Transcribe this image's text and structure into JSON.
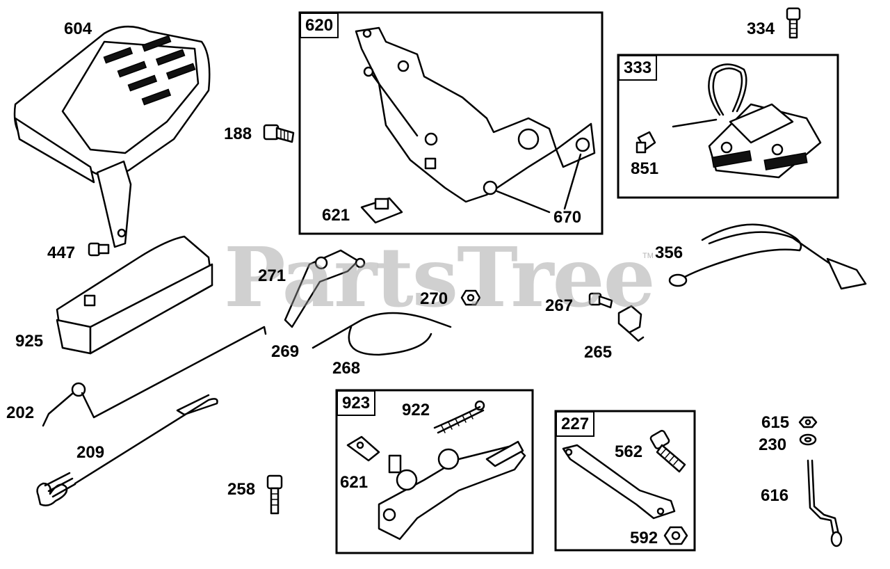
{
  "watermark": {
    "text": "PartsTree",
    "trademark": "TM"
  },
  "callouts": [
    {
      "key": "604",
      "label": "604"
    },
    {
      "key": "188",
      "label": "188"
    },
    {
      "key": "447",
      "label": "447"
    },
    {
      "key": "925",
      "label": "925"
    },
    {
      "key": "202",
      "label": "202"
    },
    {
      "key": "209",
      "label": "209"
    },
    {
      "key": "258",
      "label": "258"
    },
    {
      "key": "271",
      "label": "271"
    },
    {
      "key": "270",
      "label": "270"
    },
    {
      "key": "269",
      "label": "269"
    },
    {
      "key": "268",
      "label": "268"
    },
    {
      "key": "621a",
      "label": "621"
    },
    {
      "key": "670",
      "label": "670"
    },
    {
      "key": "334",
      "label": "334"
    },
    {
      "key": "851",
      "label": "851"
    },
    {
      "key": "356",
      "label": "356"
    },
    {
      "key": "267",
      "label": "267"
    },
    {
      "key": "265",
      "label": "265"
    },
    {
      "key": "922",
      "label": "922"
    },
    {
      "key": "621b",
      "label": "621"
    },
    {
      "key": "562",
      "label": "562"
    },
    {
      "key": "592",
      "label": "592"
    },
    {
      "key": "615",
      "label": "615"
    },
    {
      "key": "230",
      "label": "230"
    },
    {
      "key": "616",
      "label": "616"
    }
  ],
  "boxes": [
    {
      "key": "620",
      "label": "620"
    },
    {
      "key": "333",
      "label": "333"
    },
    {
      "key": "923",
      "label": "923"
    },
    {
      "key": "227",
      "label": "227"
    }
  ]
}
